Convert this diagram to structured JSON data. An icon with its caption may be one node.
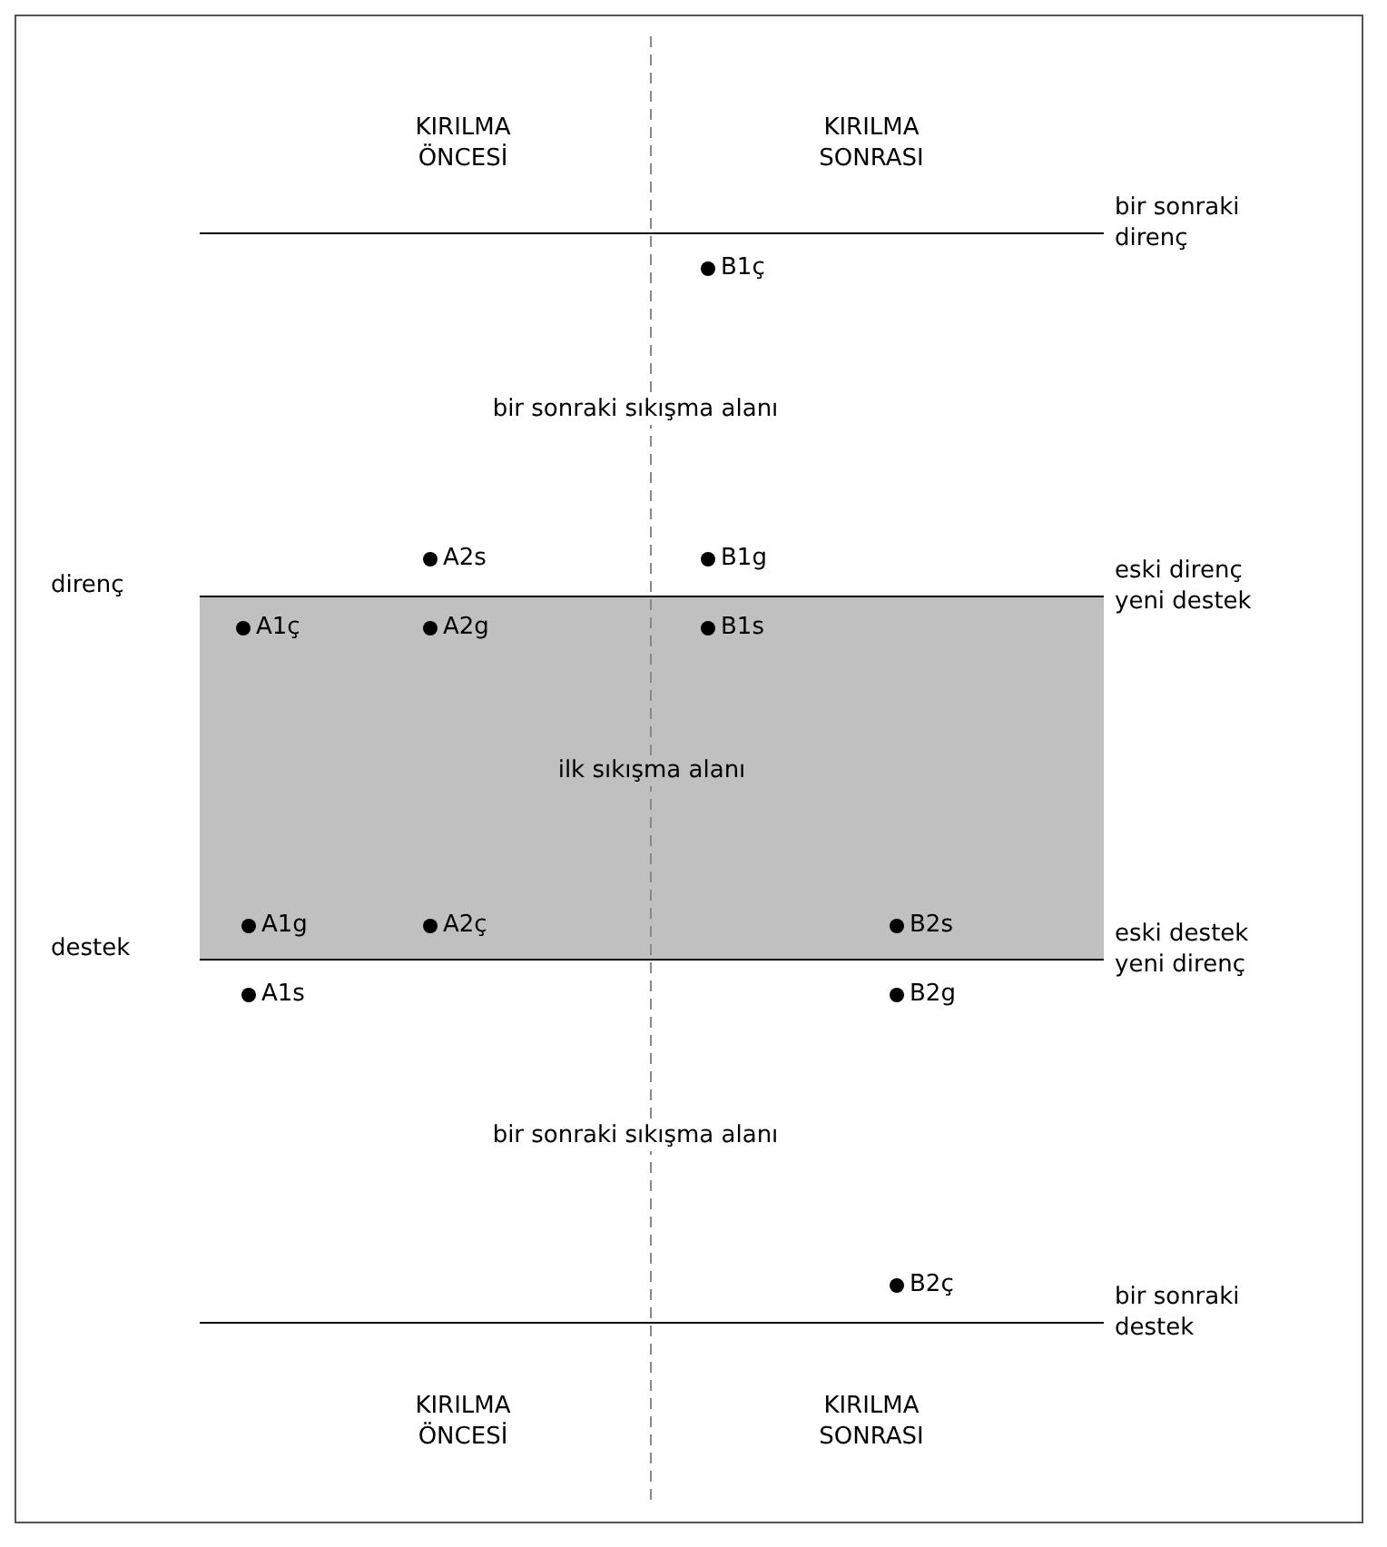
{
  "diagram": {
    "nodes": [
      {
        "text": [
          "ilk sıkışma alanı"
        ]
      }
    ],
    "labels": [
      "KIRILMA ÖNCESİ",
      "KIRILMA SONRASI",
      "bir sonraki direnç",
      "B1ç",
      "bir sonraki sıkışma alanı",
      "A2s",
      "B1g",
      "eski direnç yeni destek",
      "direnç",
      "A1ç",
      "A2g",
      "B1s",
      "A1g",
      "A2ç",
      "B2s",
      "eski destek yeni direnç",
      "destek",
      "A1s",
      "B2g",
      "bir sonraki sıkışma alanı",
      "B2ç",
      "bir sonraki destek",
      "KIRILMA ÖNCESİ",
      "KIRILMA SONRASI"
    ]
  }
}
